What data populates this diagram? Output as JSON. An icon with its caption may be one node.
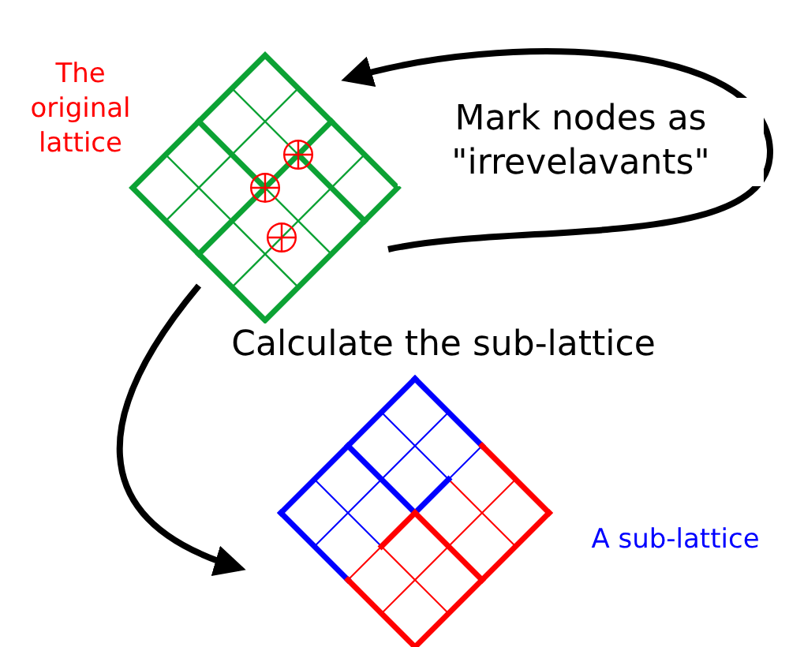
{
  "diagram": {
    "nodes": [
      {
        "text": [],
        "shape": "picture",
        "beside": [
          "The original lattice"
        ]
      },
      {
        "text": [],
        "shape": "picture",
        "beside": [
          "A sub-lattice"
        ]
      }
    ],
    "edges": [
      {
        "from": 0,
        "to": 0,
        "arrow": "to",
        "label": "Mark nodes as \"irrevelavants\""
      },
      {
        "from": 0,
        "to": 1,
        "arrow": "to",
        "label": "Calculate the sub-lattice"
      }
    ]
  }
}
